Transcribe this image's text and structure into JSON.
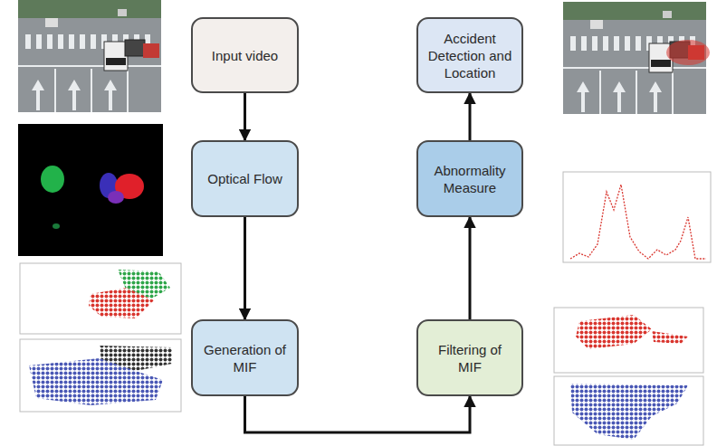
{
  "diagram": {
    "nodes": [
      {
        "text": [
          "Input video"
        ]
      },
      {
        "text": [
          "Optical Flow"
        ]
      },
      {
        "text": [
          "Generation of MIF"
        ]
      },
      {
        "text": [
          "Filtering of MIF"
        ]
      },
      {
        "text": [
          "Abnormality Measure"
        ]
      },
      {
        "text": [
          "Accident Detection and Location"
        ]
      }
    ],
    "edges": [
      {
        "from": 0,
        "to": 1,
        "arrow": "to"
      },
      {
        "from": 1,
        "to": 2,
        "arrow": "to"
      },
      {
        "from": 2,
        "to": 3,
        "arrow": "to"
      },
      {
        "from": 3,
        "to": 4,
        "arrow": "to"
      },
      {
        "from": 4,
        "to": 5,
        "arrow": "to"
      }
    ]
  }
}
